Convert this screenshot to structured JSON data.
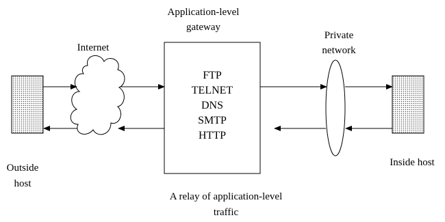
{
  "gateway": {
    "title_line1": "Application-level",
    "title_line2": "gateway",
    "protocols": [
      "FTP",
      "TELNET",
      "DNS",
      "SMTP",
      "HTTP"
    ]
  },
  "internet": {
    "label": "Internet"
  },
  "private_network": {
    "label_line1": "Private",
    "label_line2": "network"
  },
  "outside_host": {
    "label_line1": "Outside",
    "label_line2": "host"
  },
  "inside_host": {
    "label": "Inside host"
  },
  "caption": {
    "line1": "A relay of application-level",
    "line2": "traffic"
  },
  "colors": {
    "stroke": "#000000",
    "background": "#ffffff",
    "host_fill": "#d9d9d9"
  }
}
